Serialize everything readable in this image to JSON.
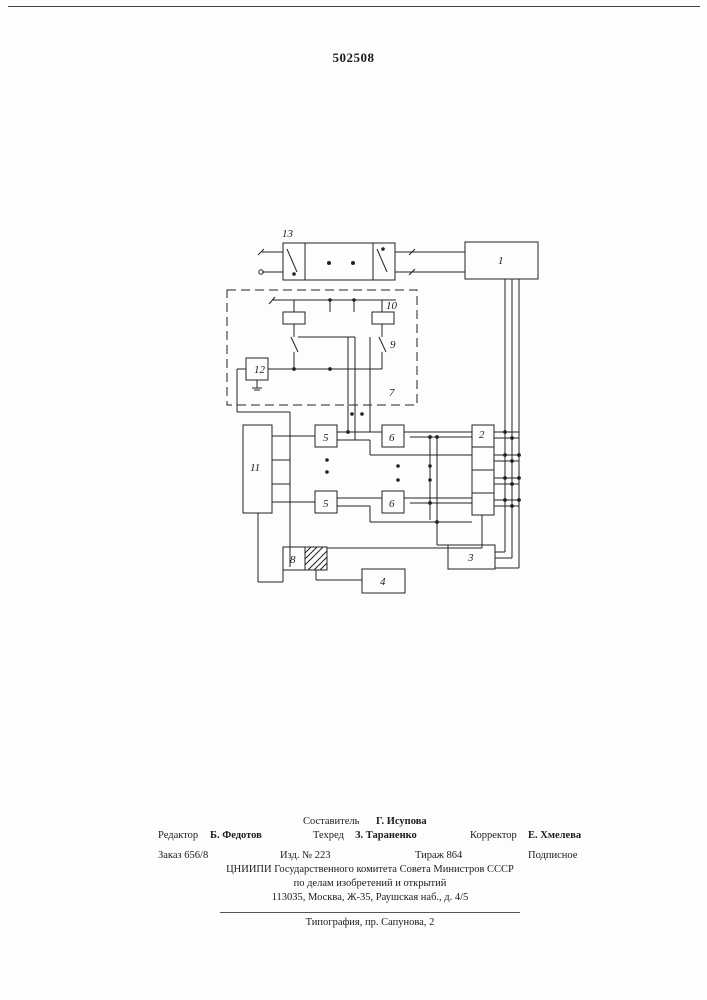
{
  "patent_number": "502508",
  "diagram": {
    "labels": {
      "b1": "1",
      "b2": "2",
      "b3": "3",
      "b4": "4",
      "b5a": "5",
      "b5b": "5",
      "b6a": "6",
      "b6b": "6",
      "b7": "7",
      "b8": "8",
      "b9": "9",
      "b10": "10",
      "b11": "11",
      "b12": "12",
      "b13": "13"
    }
  },
  "imprint": {
    "compiler_role": "Составитель",
    "compiler_name": "Г. Исупова",
    "editor_role": "Редактор",
    "editor_name": "Б. Федотов",
    "techred_role": "Техред",
    "techred_name": "З. Тараненко",
    "corrector_role": "Корректор",
    "corrector_name": "Е. Хмелева",
    "order": "Заказ 656/8",
    "edition_no": "Изд. № 223",
    "circulation": "Тираж 864",
    "subscription": "Подписное",
    "institute": "ЦНИИПИ Государственного комитета Совета Министров СССР",
    "institute_sub": "по делам изобретений и открытий",
    "address": "113035, Москва, Ж-35, Раушская наб., д. 4/5",
    "printing": "Типография, пр. Сапунова, 2"
  }
}
